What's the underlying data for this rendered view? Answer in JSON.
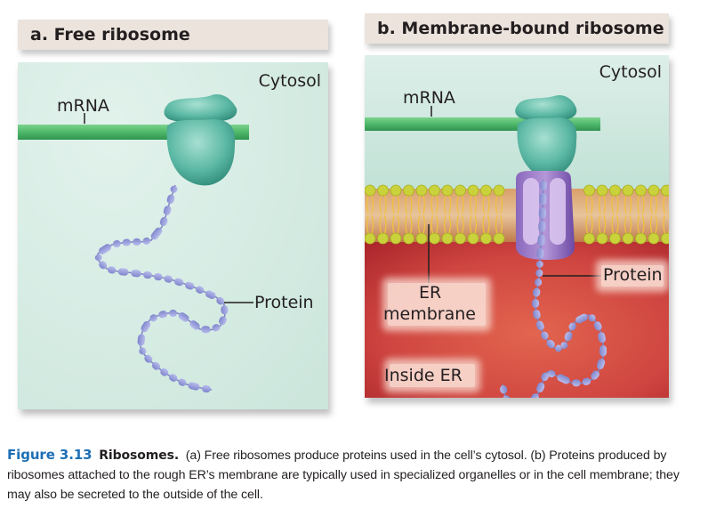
{
  "panel_a": {
    "title": "a. Free ribosome",
    "labels": {
      "cytosol": "Cytosol",
      "mrna": "mRNA",
      "protein": "Protein"
    }
  },
  "panel_b": {
    "title": "b. Membrane-bound ribosome",
    "labels": {
      "cytosol": "Cytosol",
      "mrna": "mRNA",
      "protein": "Protein",
      "er_membrane_line1": "ER",
      "er_membrane_line2": "membrane",
      "inside_er": "Inside ER"
    }
  },
  "caption": {
    "figure_number": "Figure 3.13",
    "title": "Ribosomes.",
    "text": "(a) Free ribosomes produce proteins used in the cell’s cytosol. (b) Proteins produced by ribosomes attached to the rough ER’s membrane are typically used in specialized organelles or in the cell membrane; they may also be secreted to the outside of the cell."
  },
  "colors": {
    "mrna": "#4fb86a",
    "ribosome": "#5bb8a4",
    "protein": "#9a9fdc",
    "cytosol": "#d4ebe2",
    "er_lumen": "#c8383a",
    "lipid_head": "#c9d23a",
    "translocon": "#9b7ac6",
    "title_bg": "#ebe3dc",
    "figure_accent": "#1d6fb5"
  }
}
